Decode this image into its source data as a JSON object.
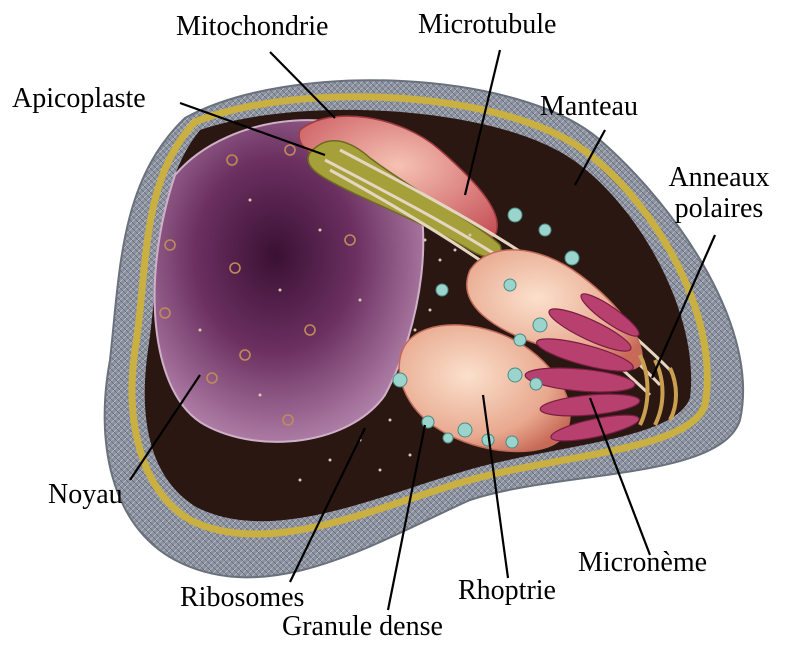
{
  "labels": {
    "mitochondrie": "Mitochondrie",
    "microtubule": "Microtubule",
    "apicoplaste": "Apicoplaste",
    "manteau": "Manteau",
    "anneaux_line1": "Anneaux",
    "anneaux_line2": "polaires",
    "noyau": "Noyau",
    "ribosomes": "Ribosomes",
    "granule_dense": "Granule dense",
    "rhoptrie": "Rhoptrie",
    "microneme": "Micronème"
  },
  "colors": {
    "pellicle": "#8a8f9c",
    "membrane": "#b9a23a",
    "cytoplasm": "#2b1712",
    "nucleus": "#7a3b72",
    "rhoptry": "#e9b29a",
    "microneme": "#b23a6a",
    "granule": "#8fd0c8",
    "apicoplast": "#9b9a36",
    "mitochondrion": "#e58a7a"
  }
}
